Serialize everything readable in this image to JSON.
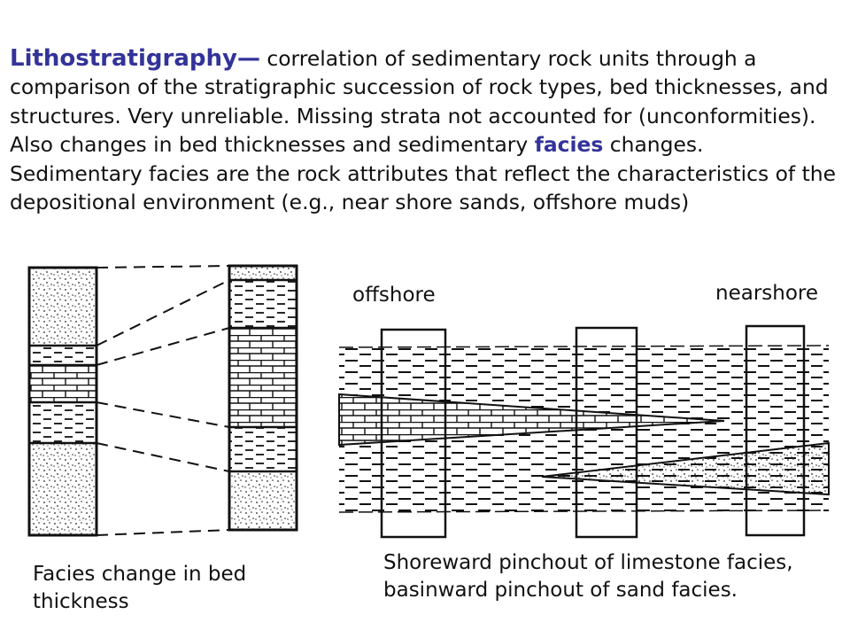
{
  "description": {
    "term": "Lithostratigraphy—",
    "text_before_facies": " correlation of sedimentary rock units through a comparison of the stratigraphic succession of rock types, bed thicknesses, and structures. Very unreliable. Missing strata not accounted for (unconformities). Also changes in bed thicknesses and sedimentary ",
    "facies_term": "facies",
    "text_after_facies": " changes. Sedimentary facies are the rock attributes that reflect the characteristics of the depositional environment (e.g., near shore sands, offshore muds)"
  },
  "diagram_left": {
    "caption": "Facies change in bed thickness"
  },
  "diagram_right": {
    "label_offshore": "offshore",
    "label_nearshore": "nearshore",
    "caption": "Shoreward pinchout of limestone facies, basinward pinchout of sand facies."
  },
  "colors": {
    "term": "#333399",
    "ink": "#111111"
  }
}
